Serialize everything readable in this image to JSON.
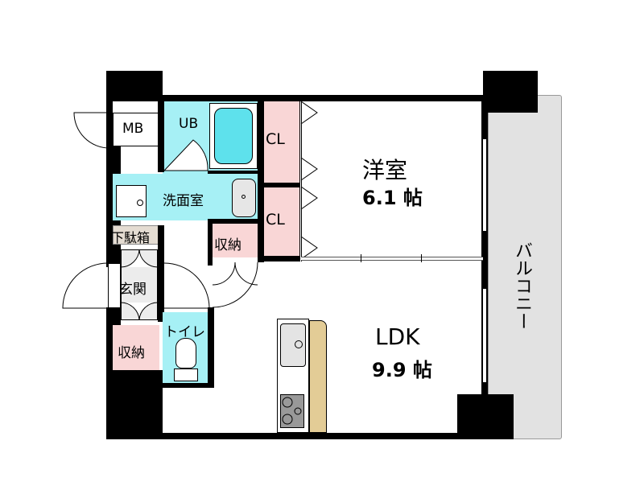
{
  "rooms": {
    "western_room": {
      "name": "洋室",
      "size": "6.1 帖"
    },
    "ldk": {
      "name": "LDK",
      "size": "9.9 帖"
    },
    "balcony": {
      "name": "バルコニー"
    },
    "unit_bath": {
      "name": "UB"
    },
    "washroom": {
      "name": "洗面室"
    },
    "meter_box": {
      "name": "MB"
    },
    "shoe_box": {
      "name": "下駄箱"
    },
    "entrance": {
      "name": "玄関"
    },
    "toilet": {
      "name": "トイレ"
    },
    "storage_hall": {
      "name": "収納"
    },
    "storage_entrance": {
      "name": "収納"
    },
    "closet_top": {
      "name": "CL"
    },
    "closet_bottom": {
      "name": "CL"
    }
  },
  "colors": {
    "wet_area": "#a6f0f5",
    "storage": "#f9d6d6",
    "balcony": "#e2e2e2",
    "counter": "#e3cc96",
    "wall": "#000000"
  }
}
